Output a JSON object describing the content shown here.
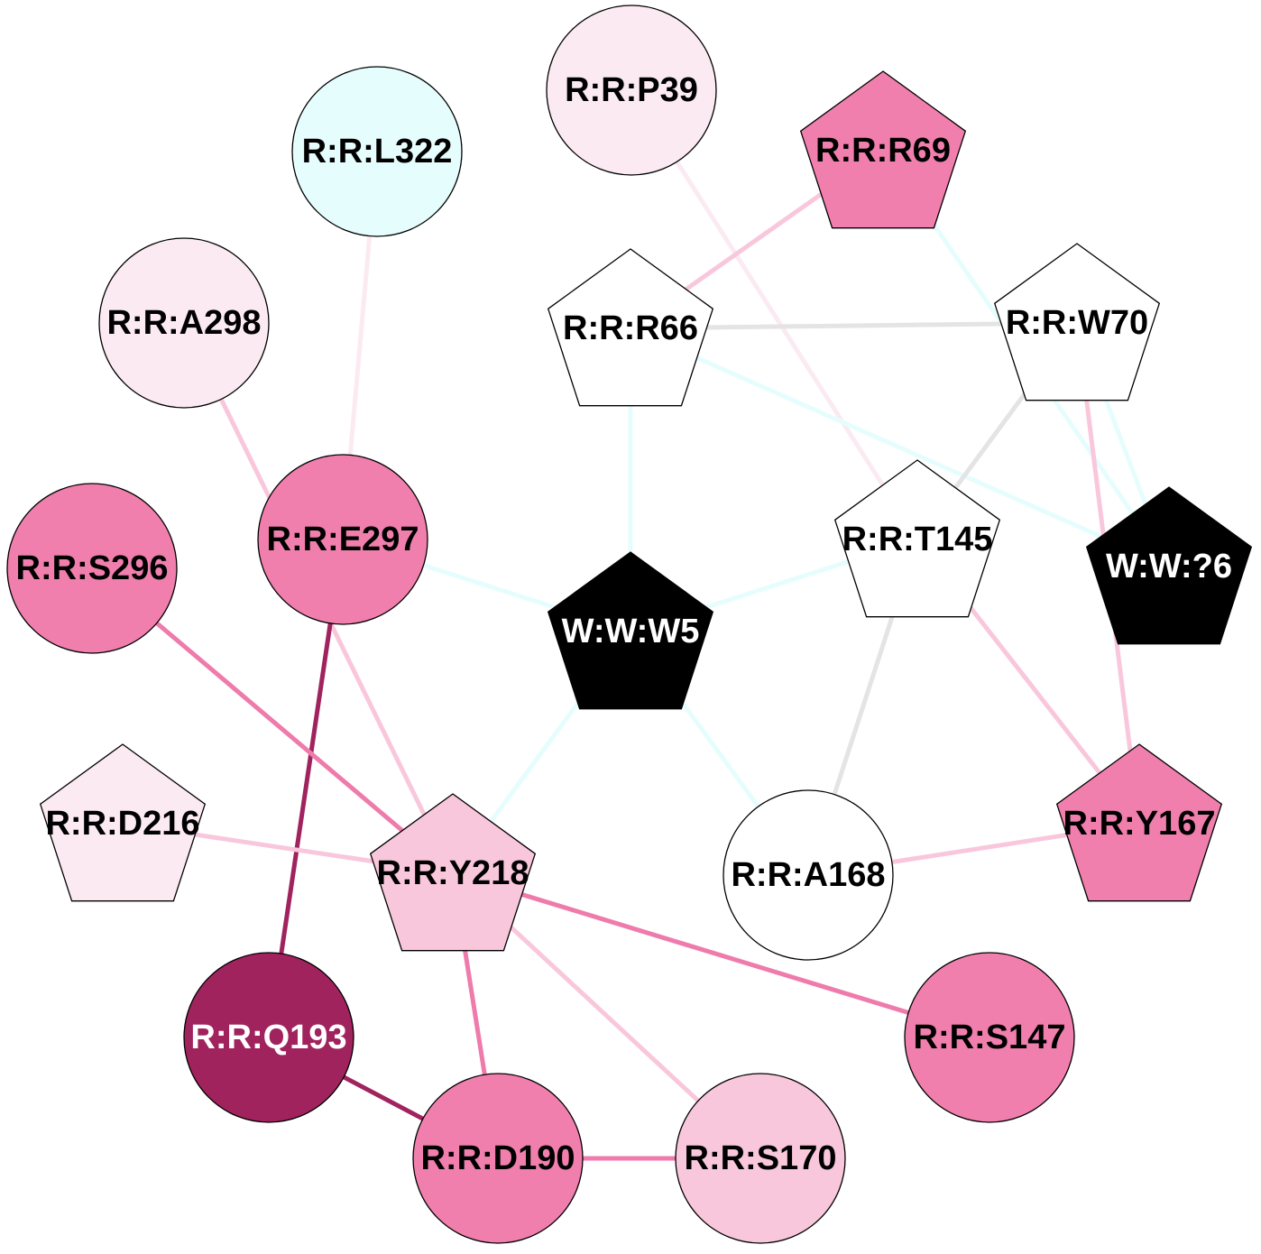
{
  "colors": {
    "white": "#ffffff",
    "black": "#000000",
    "cyan_light": "#e6fdfd",
    "pink_pale": "#fbeaf2",
    "pink_light": "#f9c7dc",
    "pink_medium": "#ee7bab",
    "pink_node": "#f07fad",
    "maroon": "#a0235e",
    "edge_gray": "#e4e4e4"
  },
  "nodes": [
    {
      "id": "P39",
      "label": "R:R:P39",
      "shape": "circle",
      "fill": "#fbeaf2",
      "text": "#000000"
    },
    {
      "id": "L322",
      "label": "R:R:L322",
      "shape": "circle",
      "fill": "#e6fdfd",
      "text": "#000000"
    },
    {
      "id": "R69",
      "label": "R:R:R69",
      "shape": "pentagon",
      "fill": "#f07fad",
      "text": "#000000"
    },
    {
      "id": "A298",
      "label": "R:R:A298",
      "shape": "circle",
      "fill": "#fbeaf2",
      "text": "#000000"
    },
    {
      "id": "R66",
      "label": "R:R:R66",
      "shape": "pentagon",
      "fill": "#ffffff",
      "text": "#000000"
    },
    {
      "id": "W70",
      "label": "R:R:W70",
      "shape": "pentagon",
      "fill": "#ffffff",
      "text": "#000000"
    },
    {
      "id": "E297",
      "label": "R:R:E297",
      "shape": "circle",
      "fill": "#f07fad",
      "text": "#000000"
    },
    {
      "id": "S296",
      "label": "R:R:S296",
      "shape": "circle",
      "fill": "#f07fad",
      "text": "#000000"
    },
    {
      "id": "T145",
      "label": "R:R:T145",
      "shape": "pentagon",
      "fill": "#ffffff",
      "text": "#000000"
    },
    {
      "id": "W6",
      "label": "W:W:?6",
      "shape": "pentagon",
      "fill": "#000000",
      "text": "#ffffff"
    },
    {
      "id": "W5",
      "label": "W:W:W5",
      "shape": "pentagon",
      "fill": "#000000",
      "text": "#ffffff"
    },
    {
      "id": "D216",
      "label": "R:R:D216",
      "shape": "pentagon",
      "fill": "#fbeaf2",
      "text": "#000000"
    },
    {
      "id": "Y218",
      "label": "R:R:Y218",
      "shape": "pentagon",
      "fill": "#f9c7dc",
      "text": "#000000"
    },
    {
      "id": "A168",
      "label": "R:R:A168",
      "shape": "circle",
      "fill": "#ffffff",
      "text": "#000000"
    },
    {
      "id": "Y167",
      "label": "R:R:Y167",
      "shape": "pentagon",
      "fill": "#f07fad",
      "text": "#000000"
    },
    {
      "id": "Q193",
      "label": "R:R:Q193",
      "shape": "circle",
      "fill": "#a0235e",
      "text": "#ffffff"
    },
    {
      "id": "S147",
      "label": "R:R:S147",
      "shape": "circle",
      "fill": "#f07fad",
      "text": "#000000"
    },
    {
      "id": "D190",
      "label": "R:R:D190",
      "shape": "circle",
      "fill": "#f07fad",
      "text": "#000000"
    },
    {
      "id": "S170",
      "label": "R:R:S170",
      "shape": "circle",
      "fill": "#f9c7dc",
      "text": "#000000"
    }
  ],
  "edges": [
    {
      "source": "L322",
      "target": "E297",
      "color": "#fbeaf2"
    },
    {
      "source": "P39",
      "target": "T145",
      "color": "#fbeaf2"
    },
    {
      "source": "R69",
      "target": "R66",
      "color": "#f9c7dc"
    },
    {
      "source": "R69",
      "target": "W6",
      "color": "#e6fdfd"
    },
    {
      "source": "R66",
      "target": "W70",
      "color": "#e4e4e4"
    },
    {
      "source": "R66",
      "target": "W6",
      "color": "#e6fdfd"
    },
    {
      "source": "R66",
      "target": "W5",
      "color": "#e6fdfd"
    },
    {
      "source": "W70",
      "target": "W6",
      "color": "#e6fdfd"
    },
    {
      "source": "W70",
      "target": "T145",
      "color": "#e4e4e4"
    },
    {
      "source": "W70",
      "target": "Y167",
      "color": "#f9c7dc"
    },
    {
      "source": "A298",
      "target": "Y218",
      "color": "#f9c7dc"
    },
    {
      "source": "E297",
      "target": "W5",
      "color": "#e6fdfd"
    },
    {
      "source": "E297",
      "target": "Q193",
      "color": "#a0235e"
    },
    {
      "source": "S296",
      "target": "Y218",
      "color": "#ee7bab"
    },
    {
      "source": "T145",
      "target": "W5",
      "color": "#e6fdfd"
    },
    {
      "source": "T145",
      "target": "A168",
      "color": "#e4e4e4"
    },
    {
      "source": "T145",
      "target": "Y167",
      "color": "#f9c7dc"
    },
    {
      "source": "W5",
      "target": "Y218",
      "color": "#e6fdfd"
    },
    {
      "source": "W5",
      "target": "A168",
      "color": "#e6fdfd"
    },
    {
      "source": "D216",
      "target": "Y218",
      "color": "#f9c7dc"
    },
    {
      "source": "Y218",
      "target": "S147",
      "color": "#ee7bab"
    },
    {
      "source": "Y218",
      "target": "D190",
      "color": "#ee7bab"
    },
    {
      "source": "Y218",
      "target": "S170",
      "color": "#f9c7dc"
    },
    {
      "source": "A168",
      "target": "Y167",
      "color": "#f9c7dc"
    },
    {
      "source": "Q193",
      "target": "D190",
      "color": "#a0235e"
    },
    {
      "source": "D190",
      "target": "S170",
      "color": "#ee7bab"
    }
  ]
}
